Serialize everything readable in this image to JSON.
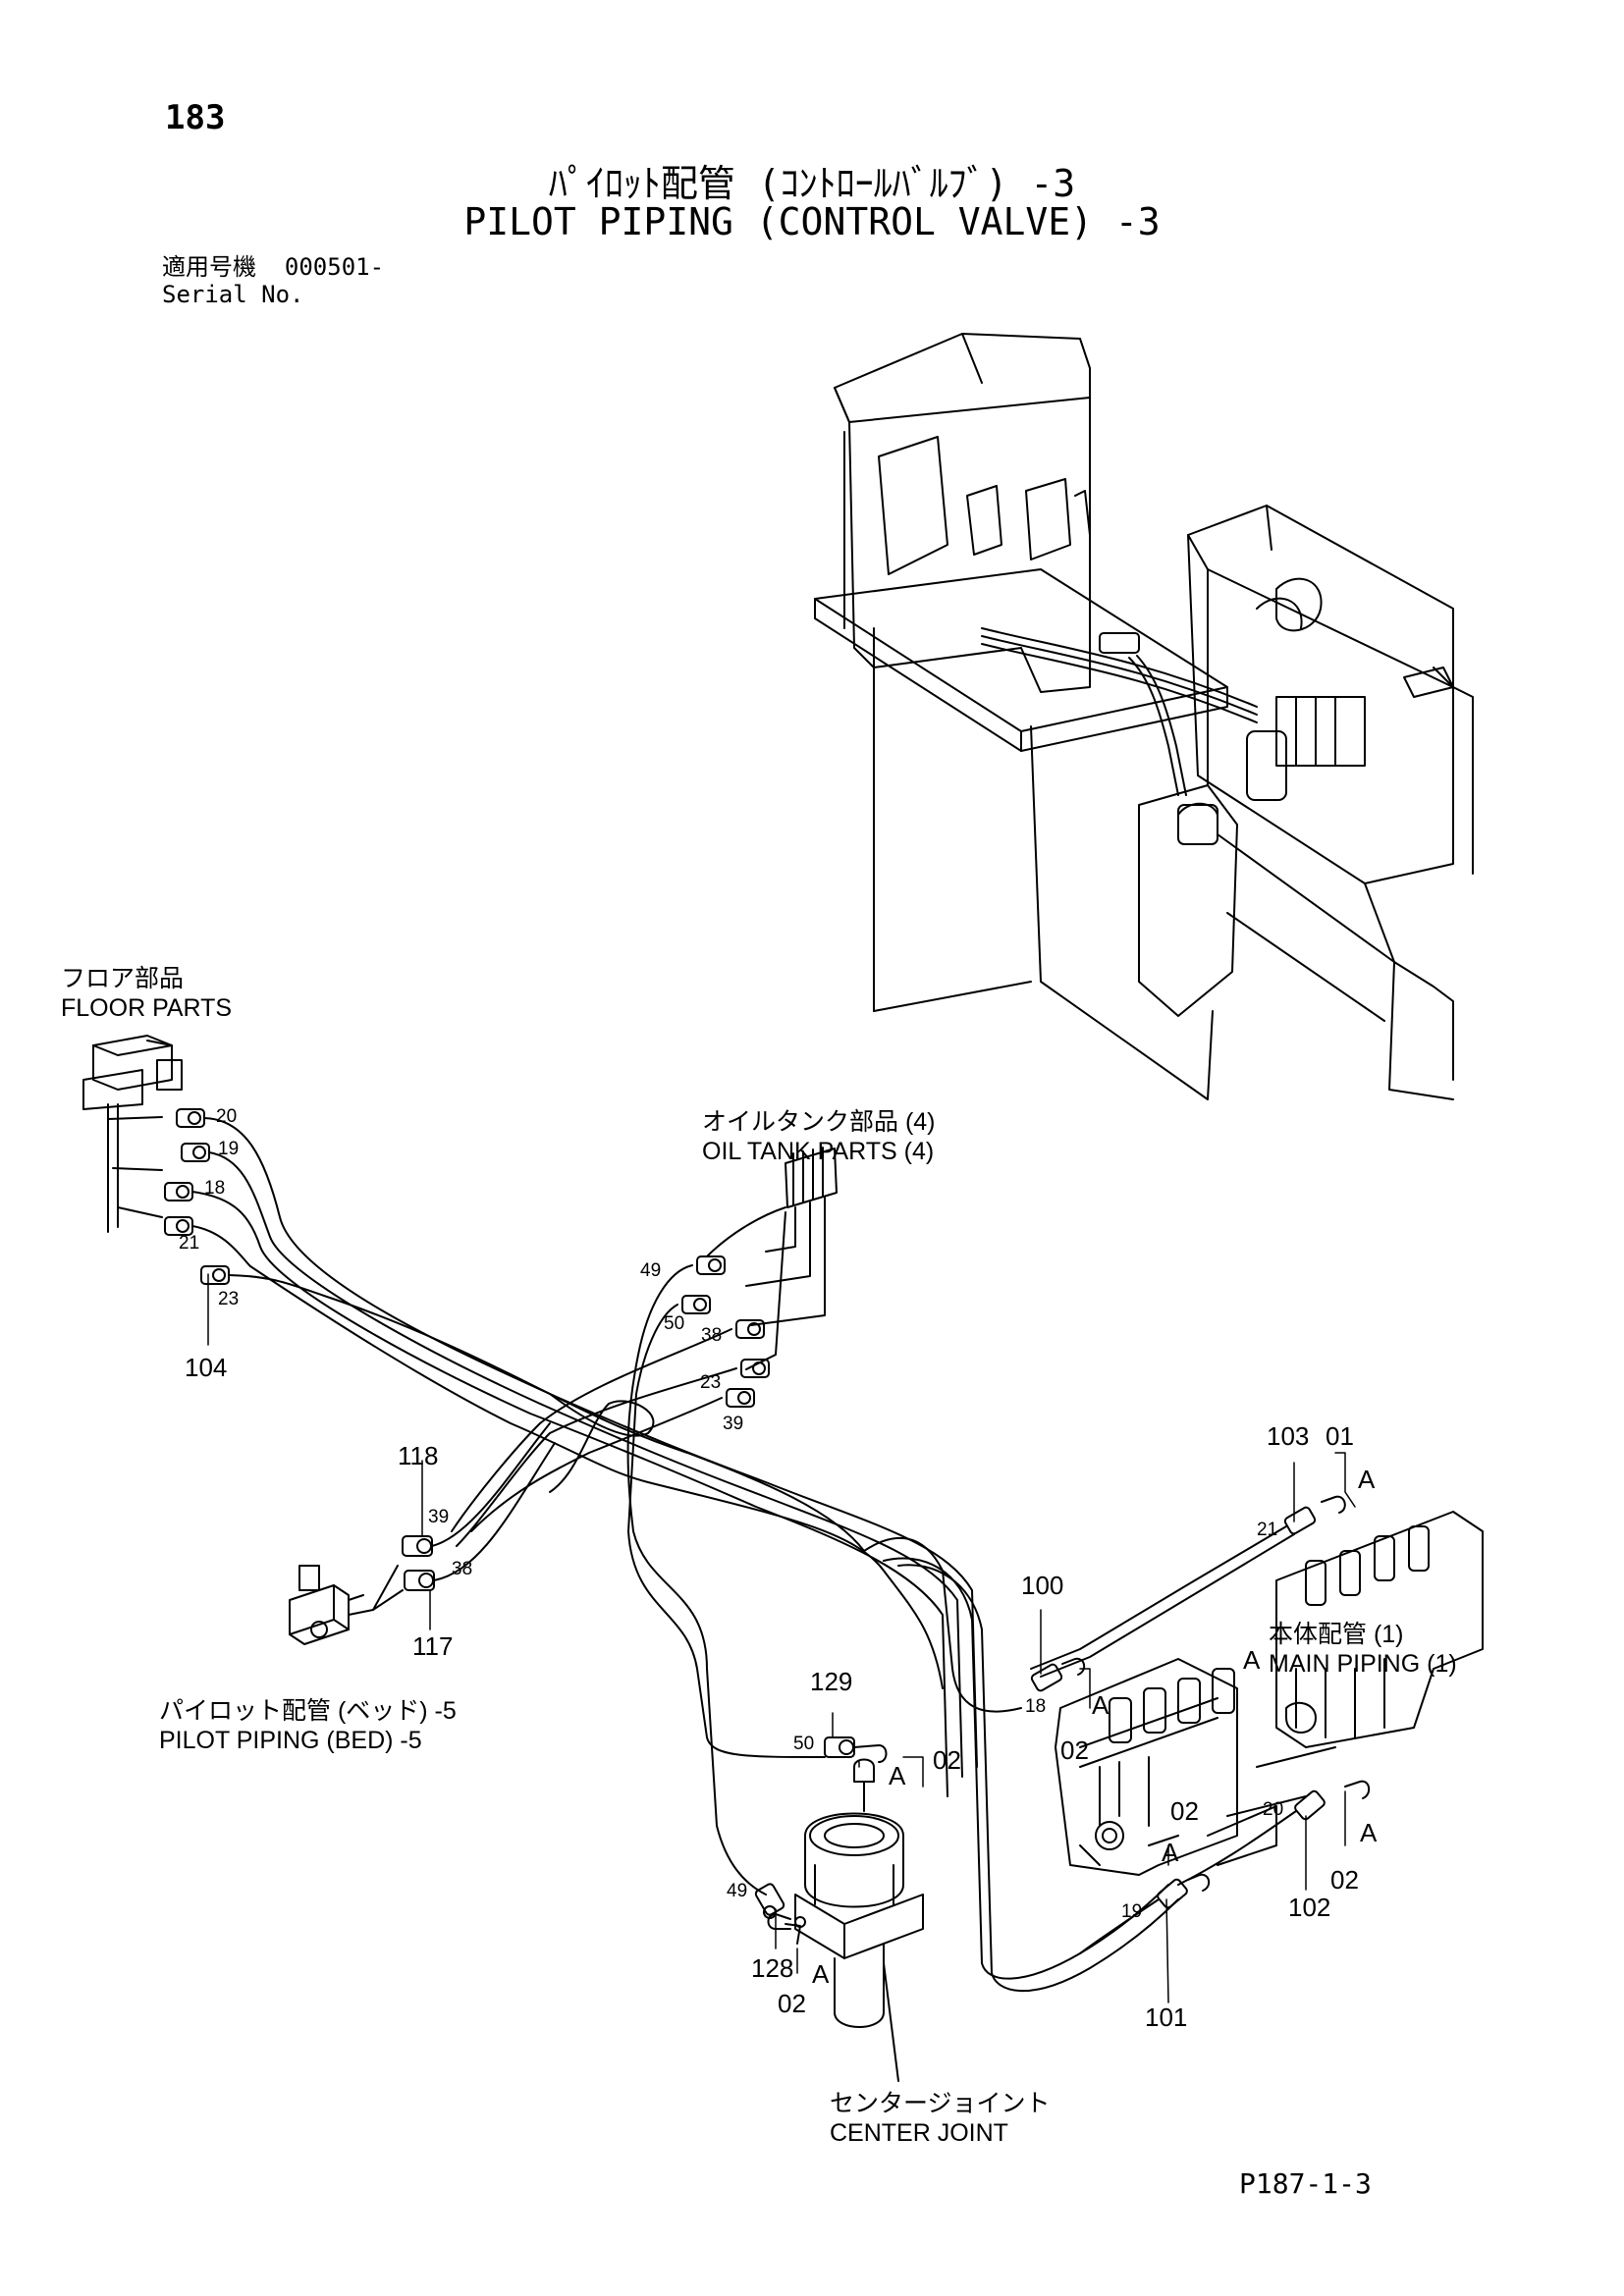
{
  "page_number": "183",
  "title_jp": "ﾊﾟｲﾛｯﾄ配管 (ｺﾝﾄﾛｰﾙﾊﾞﾙﾌﾞ) -3",
  "title_en": "PILOT PIPING (CONTROL VALVE) -3",
  "serial_label_jp": "適用号機",
  "serial_value": "000501-",
  "serial_label_en": "Serial No.",
  "labels": {
    "floor_jp": "フロア部品",
    "floor_en": "FLOOR PARTS",
    "oil_jp": "オイルタンク部品 (4)",
    "oil_en": "OIL TANK PARTS (4)",
    "bed_jp": "パイロット配管 (ベッド) -5",
    "bed_en": "PILOT PIPING (BED) -5",
    "main_jp": "本体配管 (1)",
    "main_en": "MAIN PIPING (1)",
    "center_jp": "センタージョイント",
    "center_en": "CENTER JOINT"
  },
  "parts": {
    "p104": "104",
    "p118": "118",
    "p117": "117",
    "p129": "129",
    "p128": "128",
    "p103": "103",
    "p100": "100",
    "p101": "101",
    "p102": "102",
    "p01": "01",
    "p02a": "02",
    "p02b": "02",
    "p02c": "02",
    "p02d": "02",
    "p02e": "02"
  },
  "hoses": {
    "h20a": "20",
    "h19a": "19",
    "h18a": "18",
    "h21a": "21",
    "h23a": "23",
    "h49a": "49",
    "h50a": "50",
    "h38a": "38",
    "h23b": "23",
    "h39a": "39",
    "h39b": "39",
    "h38b": "38",
    "h50b": "50",
    "h49b": "49",
    "h21b": "21",
    "h18b": "18",
    "h20b": "20",
    "h19b": "19"
  },
  "markers": {
    "a1": "A",
    "a2": "A",
    "a3": "A",
    "a4": "A",
    "a5": "A",
    "a6": "A",
    "a7": "A"
  },
  "footer": "P187-1-3"
}
